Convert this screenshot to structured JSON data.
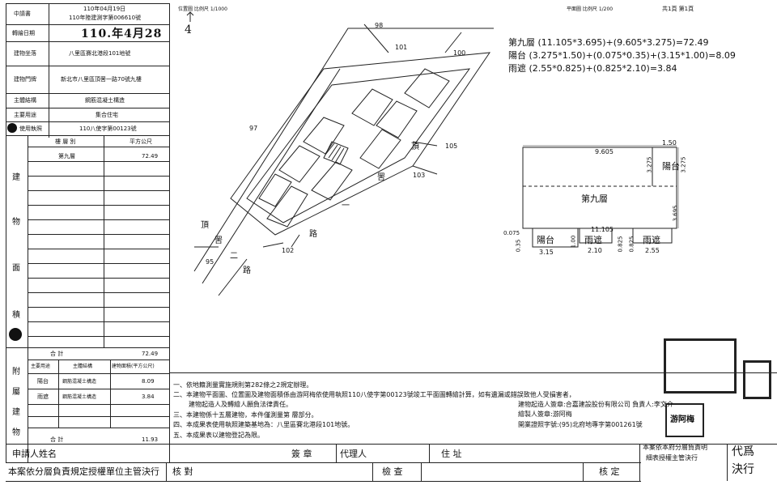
{
  "left_panel": {
    "row1": {
      "label": "中請書",
      "line1": "110年04月19日",
      "line2": "110年陸建測字第006610號"
    },
    "row2": {
      "label": "轉繪日期",
      "value": "110.年4月28"
    },
    "row3": {
      "label": "建物坐落",
      "value": "八里區賽北港段101地號"
    },
    "row4": {
      "label": "建物門牌",
      "value": "新北市八里區頂罟一路70號九樓"
    },
    "row5": {
      "label": "主體結構",
      "value": "鋼筋混凝土構造"
    },
    "row6": {
      "label": "主要用途",
      "value": "集合住宅"
    },
    "row7": {
      "label": "使用執照",
      "value": "110八使字第00123號"
    },
    "area_table": {
      "col1": "樓 層 別",
      "col2": "平方公尺",
      "rows": [
        {
          "floor": "第九層",
          "area": "72.49"
        }
      ],
      "vertical_label": [
        "建",
        "物",
        "面",
        "積"
      ],
      "total_label": "合 計",
      "total_value": "72.49"
    },
    "annex_table": {
      "vertical_label": [
        "附",
        "屬",
        "建",
        "物"
      ],
      "headers": [
        "主要用途",
        "主體結構",
        "建物面積(平方公尺)"
      ],
      "rows": [
        {
          "use": "陽台",
          "structure": "鋼筋混凝土構造",
          "area": "8.09"
        },
        {
          "use": "雨遮",
          "structure": "鋼筋混凝土構造",
          "area": "3.84"
        }
      ],
      "total_label": "合 計",
      "total_value": "11.93"
    }
  },
  "site_plan": {
    "header": "位置圖 比例尺 1/1000",
    "north": "4",
    "labels": {
      "lot98": "98",
      "lot101": "101",
      "lot100": "100",
      "lot97": "97",
      "lot105": "105",
      "lot103": "103",
      "lot102": "102",
      "lot95": "95",
      "road_a1": "頂",
      "road_a2": "罟",
      "road_a3": "一",
      "road_b1": "頂",
      "road_b2": "罟",
      "road_b3": "二",
      "road_b4": "路",
      "road_b5": "路"
    }
  },
  "floor_plan": {
    "header": "平面圖 比例尺 1/200",
    "page": "共1頁 第1頁",
    "formulas": [
      "第九層 (11.105*3.695)+(9.605*3.275)=72.49",
      "陽台 (3.275*1.50)+(0.075*0.35)+(3.15*1.00)=8.09",
      "雨遮 (2.55*0.825)+(0.825*2.10)=3.84"
    ],
    "dims": {
      "top_width": "9.605",
      "top_right": "1.50",
      "right_h1": "3.275",
      "right_h2": "3.275",
      "right_h3": "3.695",
      "bottom_width": "11.105",
      "left_small": "0.075",
      "left_v": "0.35",
      "balcony_w": "3.15",
      "v1": "1.00",
      "canopy1_w": "2.10",
      "v2": "0.825",
      "v3": "0.825",
      "canopy2_w": "2.55"
    },
    "rooms": {
      "main": "第九層",
      "balcony_right": "陽台",
      "balcony_bottom": "陽台",
      "canopy1": "雨遮",
      "canopy2": "雨遮"
    }
  },
  "notes": [
    "一、依地籍測量實施規則第282條之2規定辦理。",
    "二、本建物平面圖、位置圖及建物面積係由游阿梅依使用執照110八使字第00123號竣工平面圖轉繪計算，如有遺漏或錯誤致他人受損害者，",
    "建物起造人及轉繪人願負法律責任。",
    "三、本建物係十五層建物，本件僅測量第 層部分。",
    "四、本成果表使用執照建築基地為：八里區賽北港段101地號。",
    "五、本成果表以建物登記為限。"
  ],
  "signatures": {
    "line1": "建物起造人簽章:合嘉建設股份有限公司 負責人:李文介",
    "line2": "繪製人簽章:游阿梅",
    "line3": "開業證照字號:(95)北府地專字第001261號",
    "seal_text": "游阿梅"
  },
  "footer": {
    "applicant_label": "申請人姓名",
    "seal_label": "簽 章",
    "agent_label": "代理人",
    "address_label": "住 址",
    "responsibility": "本案依分層負責規定授權單位主管決行",
    "check1": "核 對",
    "check2": "檢 查",
    "check3": "核 定",
    "right_note1": "本案依本府分層負責明",
    "right_note2": "細表授權主管決行",
    "stamp1": "代爲",
    "stamp2": "決行"
  }
}
